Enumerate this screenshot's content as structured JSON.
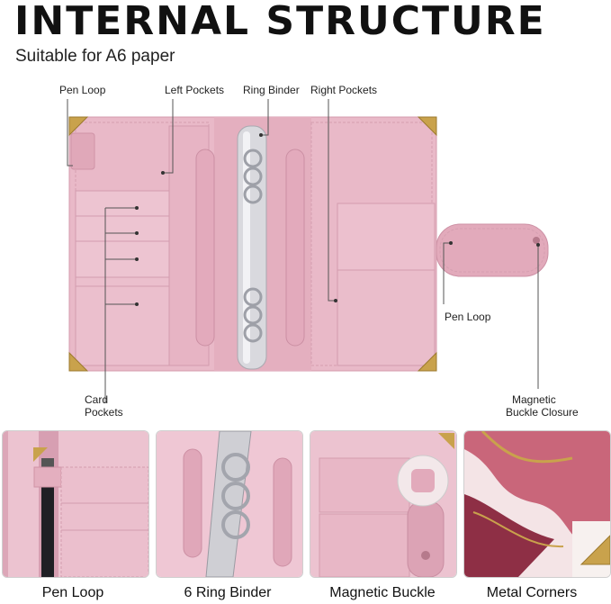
{
  "title": "INTERNAL STRUCTURE",
  "subtitle": "Suitable for A6 paper",
  "labels": {
    "pen_loop_left": "Pen Loop",
    "left_pockets": "Left Pockets",
    "ring_binder": "Ring Binder",
    "right_pockets": "Right Pockets",
    "pen_loop_right": "Pen Loop",
    "card_pockets_line1": "Card",
    "card_pockets_line2": "Pockets",
    "magnetic_line1": "Magnetic",
    "magnetic_line2": "Buckle Closure"
  },
  "thumbnails": [
    {
      "caption": "Pen Loop",
      "icon": "pen-loop-closeup"
    },
    {
      "caption": "6 Ring Binder",
      "icon": "ring-binder-closeup"
    },
    {
      "caption": "Magnetic Buckle",
      "icon": "magnetic-buckle-closeup"
    },
    {
      "caption": "Metal Corners",
      "icon": "metal-corners-closeup"
    }
  ],
  "colors": {
    "leather": "#e9b9c8",
    "leather_dark": "#d89aae",
    "metal_gold": "#c9a24c",
    "silver": "#c8c8cc",
    "marble_rose": "#c9667a"
  }
}
